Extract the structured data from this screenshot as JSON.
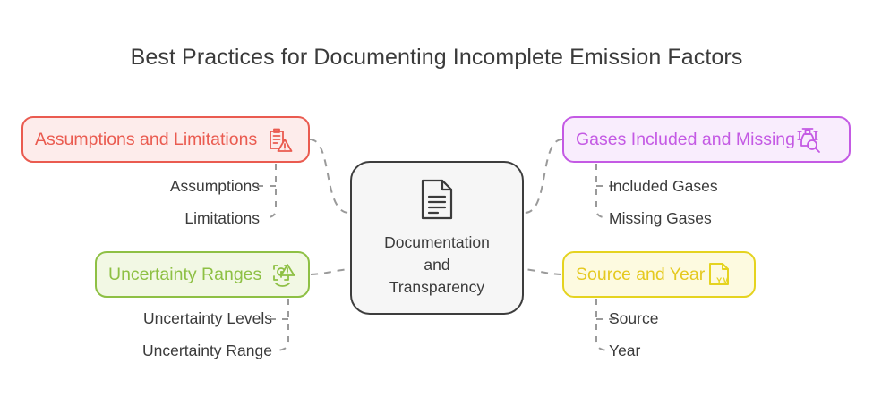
{
  "page": {
    "title": "Best Practices for Documenting Incomplete Emission Factors",
    "background_color": "#ffffff",
    "text_color": "#3b3b3b",
    "connector_color": "#9a9a9a"
  },
  "center": {
    "label": "Documentation\nand\nTransparency",
    "icon": "document-icon",
    "border_color": "#3d3d3d",
    "fill_color": "#f6f6f6"
  },
  "branches": [
    {
      "id": "assumptions",
      "label": "Assumptions and Limitations",
      "icon": "clipboard-warning-icon",
      "icon_side": "right",
      "color": "#ea5b50",
      "fill": "#fdeceb",
      "children": [
        "Assumptions",
        "Limitations"
      ]
    },
    {
      "id": "uncertainty",
      "label": "Uncertainty Ranges",
      "icon": "chart-warning-icon",
      "icon_side": "right",
      "color": "#8ec044",
      "fill": "#f2f8e4",
      "children": [
        "Uncertainty Levels",
        "Uncertainty Range"
      ]
    },
    {
      "id": "gases",
      "label": "Gases Included and Missing",
      "icon": "gas-cylinder-search-icon",
      "icon_side": "left",
      "color": "#c45ae4",
      "fill": "#f9edfd",
      "children": [
        "Included Gases",
        "Missing Gases"
      ]
    },
    {
      "id": "source",
      "label": "Source and Year",
      "icon": "document-ym-icon",
      "icon_side": "left",
      "color": "#e5c91f",
      "fill": "#fdfae0",
      "children": [
        "Source",
        "Year"
      ]
    }
  ]
}
